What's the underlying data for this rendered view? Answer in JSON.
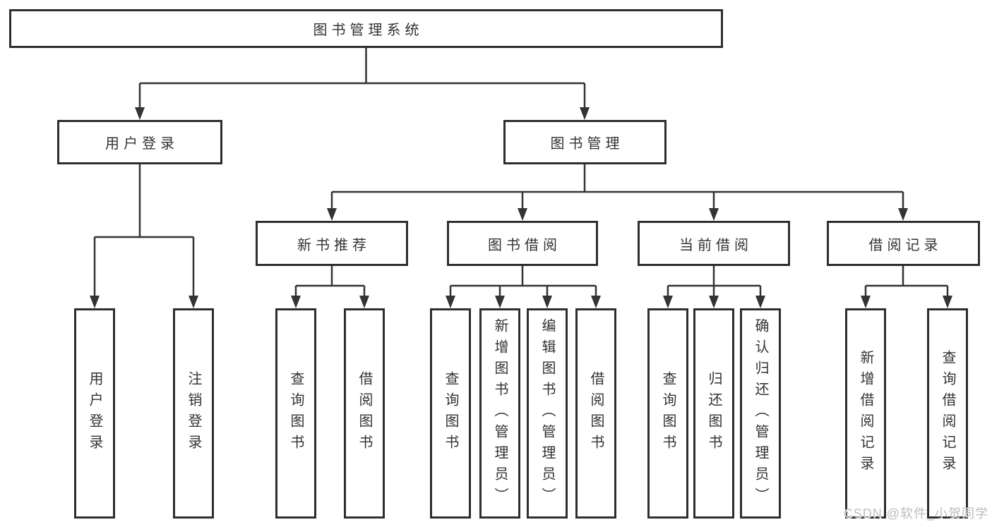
{
  "colors": {
    "background": "#ffffff",
    "line": "#333333",
    "box_border": "#2e2e2e",
    "text": "#333333",
    "watermark": "#bdbdbd"
  },
  "tree": {
    "root": {
      "label": "图书管理系统"
    },
    "children": [
      {
        "label": "用户登录",
        "children": [
          {
            "label": "用户登录"
          },
          {
            "label": "注销登录"
          }
        ]
      },
      {
        "label": "图书管理",
        "children": [
          {
            "label": "新书推荐",
            "children": [
              {
                "label": "查询图书"
              },
              {
                "label": "借阅图书"
              }
            ]
          },
          {
            "label": "图书借阅",
            "children": [
              {
                "label": "查询图书"
              },
              {
                "label": "新增图书（管理员）"
              },
              {
                "label": "编辑图书（管理员）"
              },
              {
                "label": "借阅图书"
              }
            ]
          },
          {
            "label": "当前借阅",
            "children": [
              {
                "label": "查询图书"
              },
              {
                "label": "归还图书"
              },
              {
                "label": "确认归还（管理员）"
              }
            ]
          },
          {
            "label": "借阅记录",
            "children": [
              {
                "label": "新增借阅记录"
              },
              {
                "label": "查询借阅记录"
              }
            ]
          }
        ]
      }
    ]
  },
  "watermark": {
    "text": "CSDN @软件_小贺同学"
  }
}
